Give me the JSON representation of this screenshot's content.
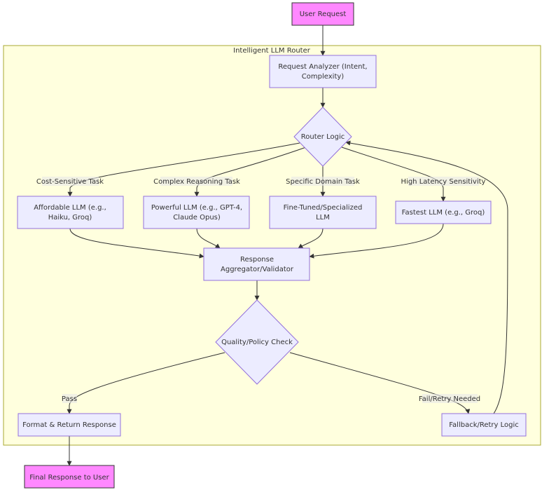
{
  "cluster": {
    "title": "Intelligent LLM Router"
  },
  "nodes": {
    "user_request": "User Request",
    "analyzer_line1": "Request Analyzer (Intent,",
    "analyzer_line2": "Complexity)",
    "router_logic": "Router Logic",
    "affordable_line1": "Affordable LLM (e.g.,",
    "affordable_line2": "Haiku, Groq)",
    "powerful_line1": "Powerful LLM (e.g., GPT-4,",
    "powerful_line2": "Claude Opus)",
    "finetuned_line1": "Fine-Tuned/Specialized",
    "finetuned_line2": "LLM",
    "fastest": "Fastest LLM (e.g., Groq)",
    "aggregator_line1": "Response",
    "aggregator_line2": "Aggregator/Validator",
    "quality_check": "Quality/Policy Check",
    "format_return": "Format & Return Response",
    "fallback": "Fallback/Retry Logic",
    "final_response": "Final Response to User"
  },
  "edge_labels": {
    "cost": "Cost-Sensitive Task",
    "complex": "Complex Reasoning Task",
    "domain": "Specific Domain Task",
    "latency": "High Latency Sensitivity",
    "pass": "Pass",
    "fail": "Fail/Retry Needed"
  },
  "colors": {
    "cluster_fill": "#ffffde",
    "cluster_stroke": "#aaaa33",
    "node_fill": "#ececff",
    "node_stroke": "#9370db",
    "terminal_fill": "#ff88ff",
    "terminal_stroke": "#333333",
    "edge": "#333333"
  }
}
